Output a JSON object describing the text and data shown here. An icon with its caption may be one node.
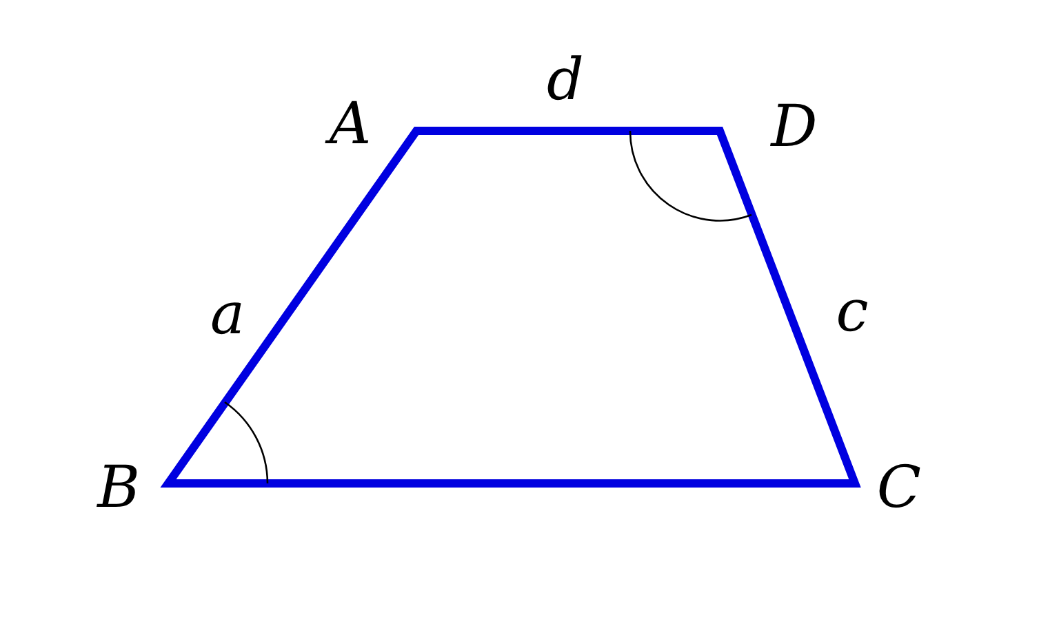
{
  "diagram": {
    "labels": [
      "A",
      "d",
      "D",
      "a",
      "c",
      "B",
      "C"
    ]
  }
}
